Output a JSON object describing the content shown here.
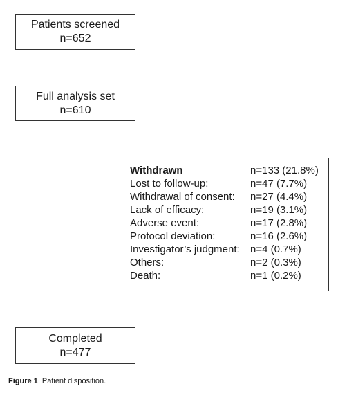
{
  "flow": {
    "screened": {
      "label": "Patients screened",
      "count": "n=652"
    },
    "full_analysis": {
      "label": "Full analysis set",
      "count": "n=610"
    },
    "completed": {
      "label": "Completed",
      "count": "n=477"
    }
  },
  "withdrawn": {
    "title": "Withdrawn",
    "total": "n=133 (21.8%)",
    "reasons": [
      {
        "label": "Lost to follow-up:",
        "value": "n=47 (7.7%)"
      },
      {
        "label": "Withdrawal of consent:",
        "value": "n=27 (4.4%)"
      },
      {
        "label": "Lack of efficacy:",
        "value": "n=19 (3.1%)"
      },
      {
        "label": "Adverse event:",
        "value": "n=17 (2.8%)"
      },
      {
        "label": "Protocol deviation:",
        "value": "n=16 (2.6%)"
      },
      {
        "label": "Investigator’s judgment:",
        "value": "n=4 (0.7%)"
      },
      {
        "label": "Others:",
        "value": "n=2 (0.3%)"
      },
      {
        "label": "Death:",
        "value": "n=1 (0.2%)"
      }
    ]
  },
  "caption": {
    "label": "Figure 1",
    "text": "Patient disposition."
  }
}
